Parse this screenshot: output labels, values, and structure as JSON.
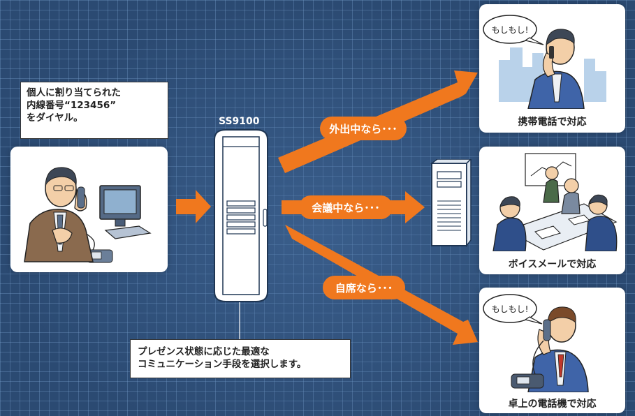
{
  "caller_note": {
    "line1": "個人に割り当てられた",
    "line2": "内線番号“123456”",
    "line3": "をダイヤル。"
  },
  "server": {
    "model_label": "SS9100"
  },
  "routes": {
    "outside": "外出中なら･･･",
    "meeting": "会議中なら･･･",
    "at_desk": "自席なら･･･"
  },
  "destinations": {
    "mobile": {
      "caption": "携帯電話で対応",
      "speech": "もしもし!"
    },
    "voicemail": {
      "caption": "ボイスメールで対応"
    },
    "desk_phone": {
      "caption": "卓上の電話機で対応",
      "speech": "もしもし!"
    }
  },
  "presence_note": {
    "line1": "プレゼンス状態に応じた最適な",
    "line2": "コミュニケーション手段を選択します。"
  },
  "colors": {
    "arrow": "#f0781e",
    "background": "#2b4a72",
    "panel": "#ffffff"
  }
}
